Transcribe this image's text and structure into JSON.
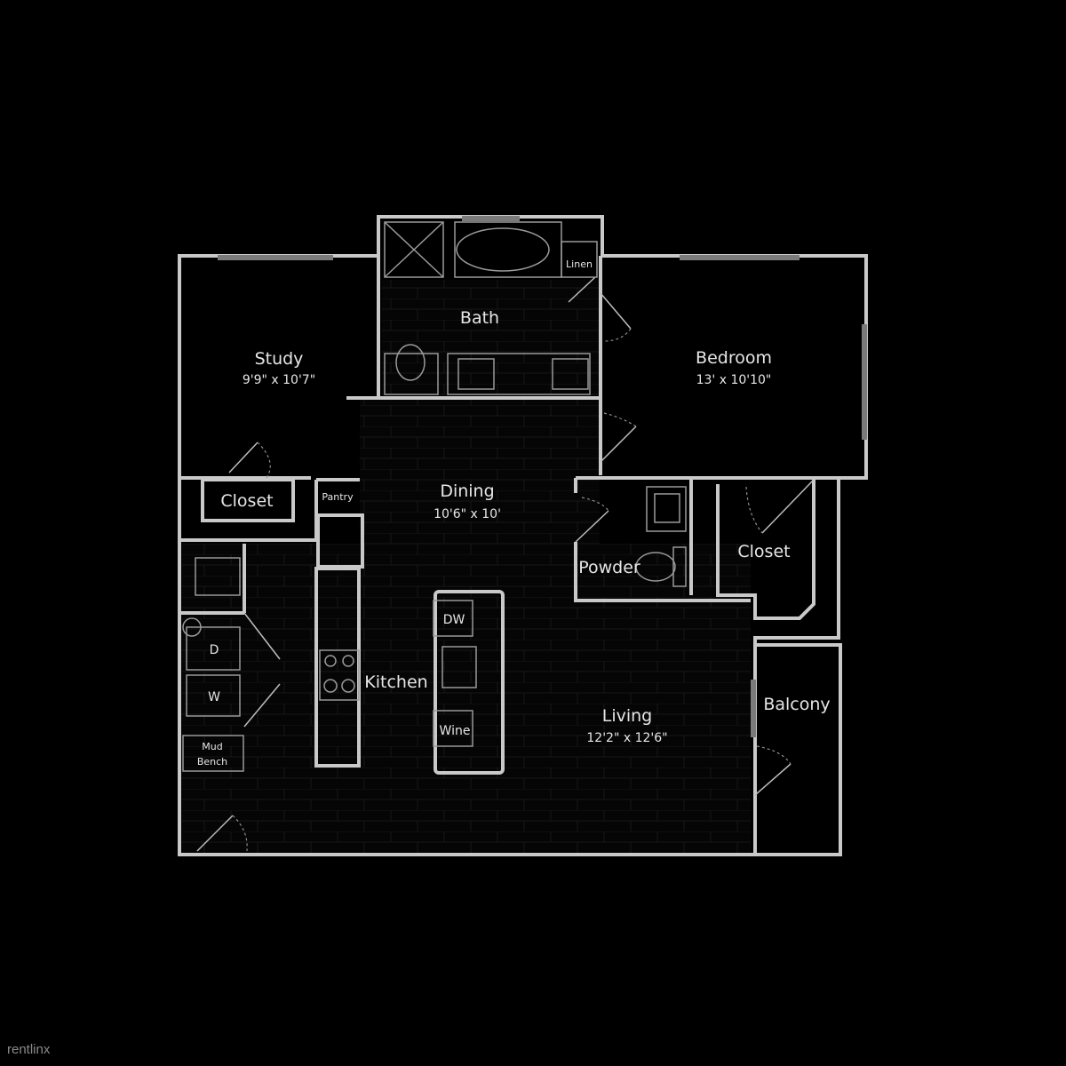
{
  "rooms": {
    "study": {
      "name": "Study",
      "size": "9'9\" x 10'7\""
    },
    "bath": {
      "name": "Bath"
    },
    "linen": {
      "name": "Linen"
    },
    "bedroom": {
      "name": "Bedroom",
      "size": "13' x 10'10\""
    },
    "closet_study": {
      "name": "Closet"
    },
    "pantry": {
      "name": "Pantry"
    },
    "dining": {
      "name": "Dining",
      "size": "10'6\" x 10'"
    },
    "powder": {
      "name": "Powder"
    },
    "closet_bedroom": {
      "name": "Closet"
    },
    "kitchen": {
      "name": "Kitchen"
    },
    "living": {
      "name": "Living",
      "size": "12'2\" x 12'6\""
    },
    "balcony": {
      "name": "Balcony"
    }
  },
  "appliances": {
    "dryer": "D",
    "washer": "W",
    "mud_bench_line1": "Mud",
    "mud_bench_line2": "Bench",
    "dishwasher": "DW",
    "wine": "Wine"
  },
  "watermark": "rentlinx",
  "colors": {
    "background": "#000000",
    "wall": "#c9c9c9",
    "text": "#e6e6e6"
  }
}
